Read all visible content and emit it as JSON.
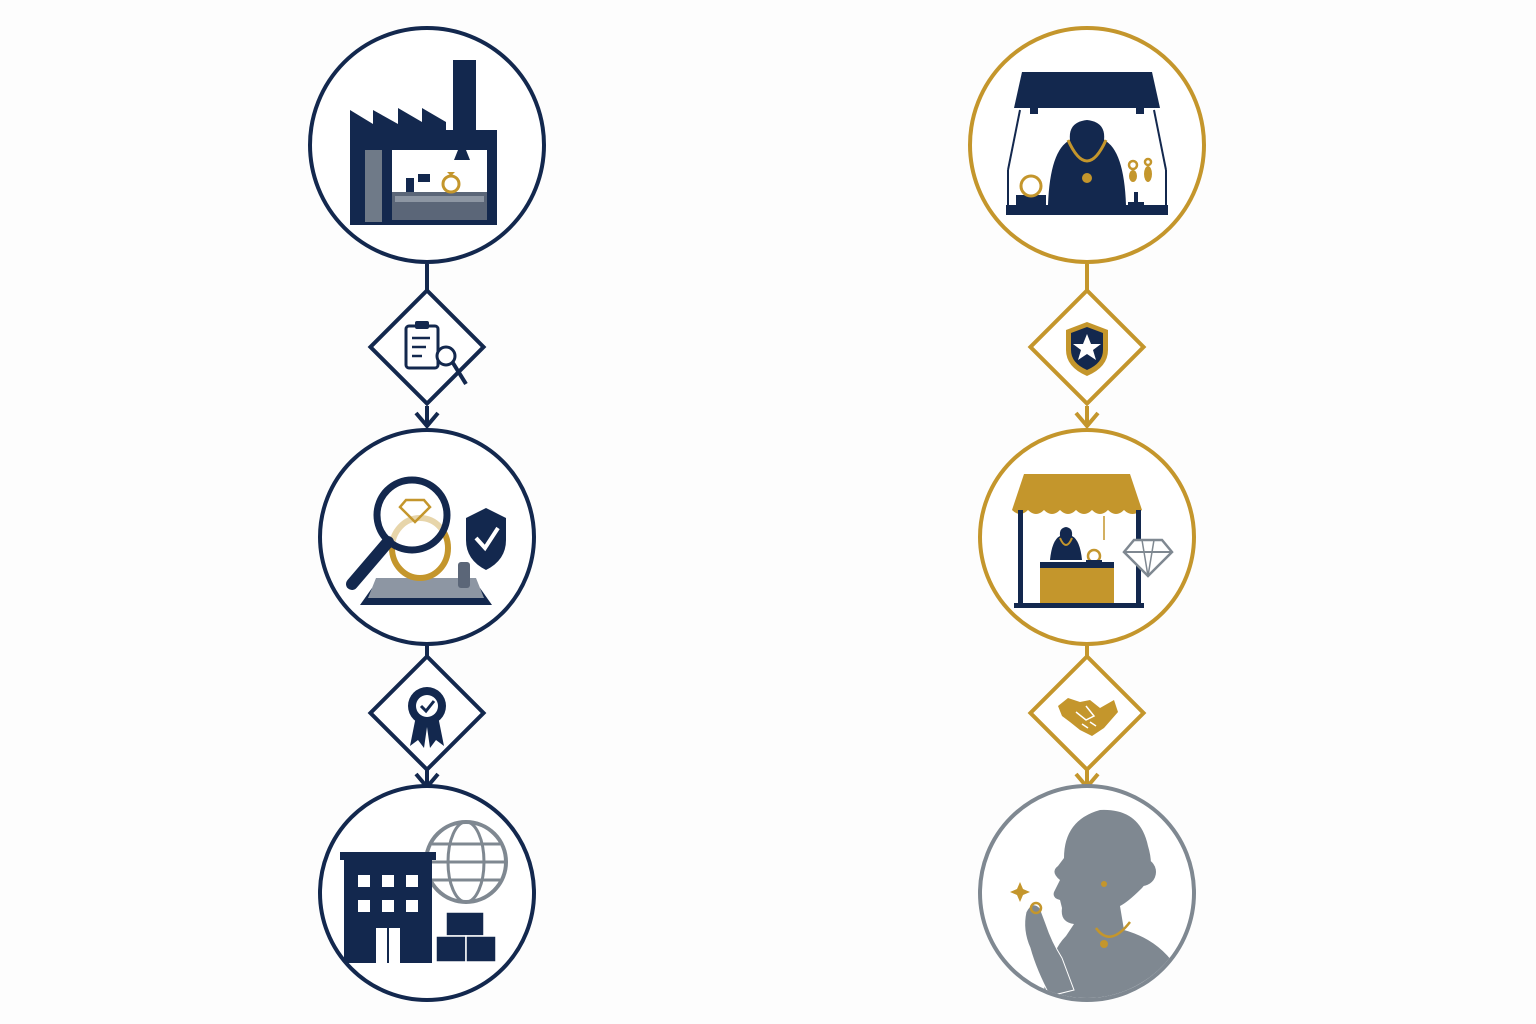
{
  "colors": {
    "navy": "#13284e",
    "gold": "#c4962c",
    "slate": "#7f8891",
    "background": "#fdfdfd"
  },
  "flows": [
    {
      "name": "manufacturing-distribution-flow",
      "color": "navy",
      "nodes": [
        {
          "kind": "circle",
          "icon": "factory-workshop-icon"
        },
        {
          "kind": "diamond",
          "icon": "clipboard-inspection-icon"
        },
        {
          "kind": "circle",
          "icon": "magnifier-ring-quality-check-icon"
        },
        {
          "kind": "diamond",
          "icon": "certification-badge-icon"
        },
        {
          "kind": "circle",
          "icon": "global-distribution-building-icon"
        }
      ]
    },
    {
      "name": "retail-consumer-flow",
      "color": "gold",
      "nodes": [
        {
          "kind": "circle",
          "icon": "jewelry-display-case-icon"
        },
        {
          "kind": "diamond",
          "icon": "star-shield-icon"
        },
        {
          "kind": "circle",
          "icon": "jewelry-store-stall-icon"
        },
        {
          "kind": "diamond",
          "icon": "handshake-icon"
        },
        {
          "kind": "circle",
          "icon": "woman-admiring-ring-icon"
        }
      ]
    }
  ]
}
